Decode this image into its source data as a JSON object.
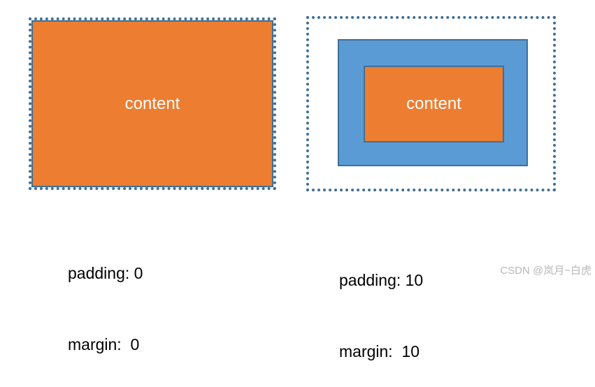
{
  "left_diagram": {
    "content_label": "content",
    "caption": {
      "padding": "padding: 0",
      "margin": "margin:  0"
    }
  },
  "right_diagram": {
    "content_label": "content",
    "caption": {
      "padding": "padding: 10",
      "margin": "margin:  10"
    }
  },
  "watermark": "CSDN @岚月~白虎",
  "colors": {
    "content_fill": "#ed7d31",
    "padding_fill": "#5b9bd5",
    "border": "#3f6f95",
    "content_text": "#ffffff",
    "watermark_text": "#b8b8b8"
  }
}
